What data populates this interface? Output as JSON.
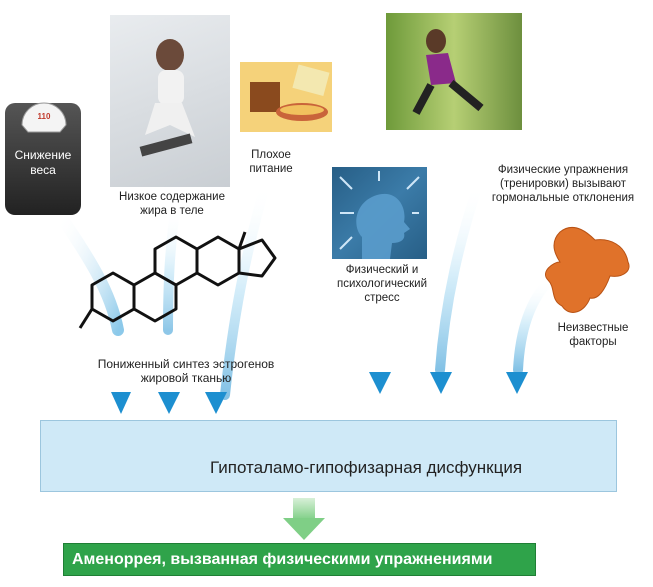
{
  "scale": {
    "reading": "110",
    "label": "Снижение веса"
  },
  "labels": {
    "low_fat": "Низкое содержание жира в теле",
    "poor_nutrition": "Плохое питание",
    "exercise": "Физические упражнения (тренировки) вызывают гормональные отклонения",
    "stress": "Физический и психологический стресс",
    "unknown": "Неизвестные факторы",
    "estrogen": "Пониженный синтез эстрогенов жировой тканью"
  },
  "dysfunction": "Гипоталамо-гипофизарная дисфункция",
  "result": "Аменоррея, вызванная физическими упражнениями",
  "colors": {
    "arrow": "#3aa8e0",
    "box": "#cfe9f7",
    "result": "#2fa34a",
    "puzzle": "#e0722a",
    "stress_panel": "#2f6c95"
  }
}
